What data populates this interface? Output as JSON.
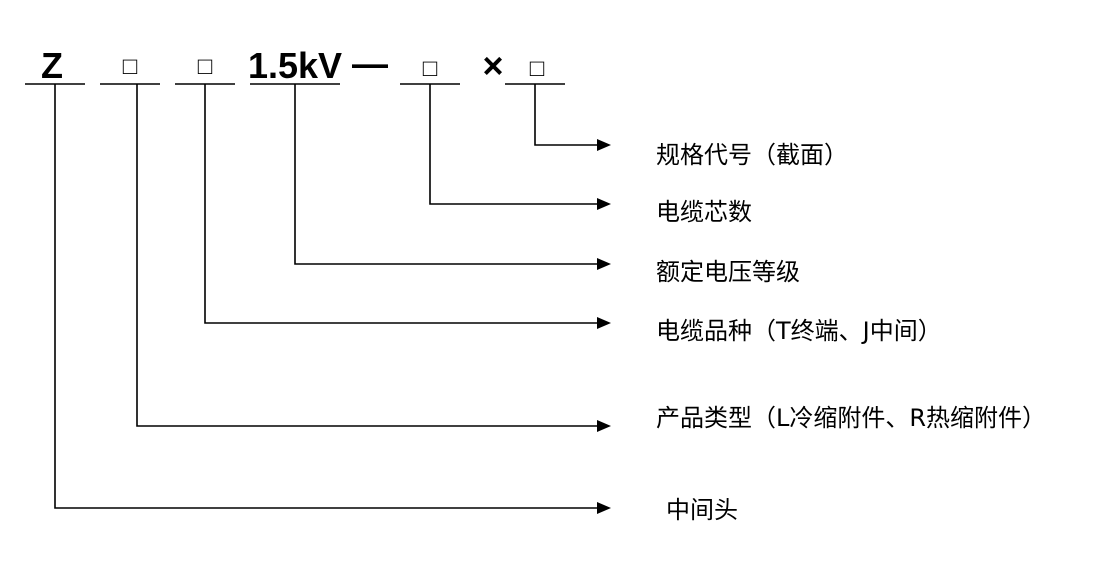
{
  "model_code": {
    "prefix": "Z",
    "type_box": "□",
    "variety_box": "□",
    "voltage": "1.5kV",
    "dash": "—",
    "cores_box": "□",
    "times": "×",
    "spec_box": "□"
  },
  "legend": {
    "spec": "规格代号（截面）",
    "cores": "电缆芯数",
    "voltage": "额定电压等级",
    "variety": "电缆品种（T终端、J中间）",
    "type": "产品类型（L冷缩附件、R热缩附件）",
    "joint": "中间头"
  }
}
